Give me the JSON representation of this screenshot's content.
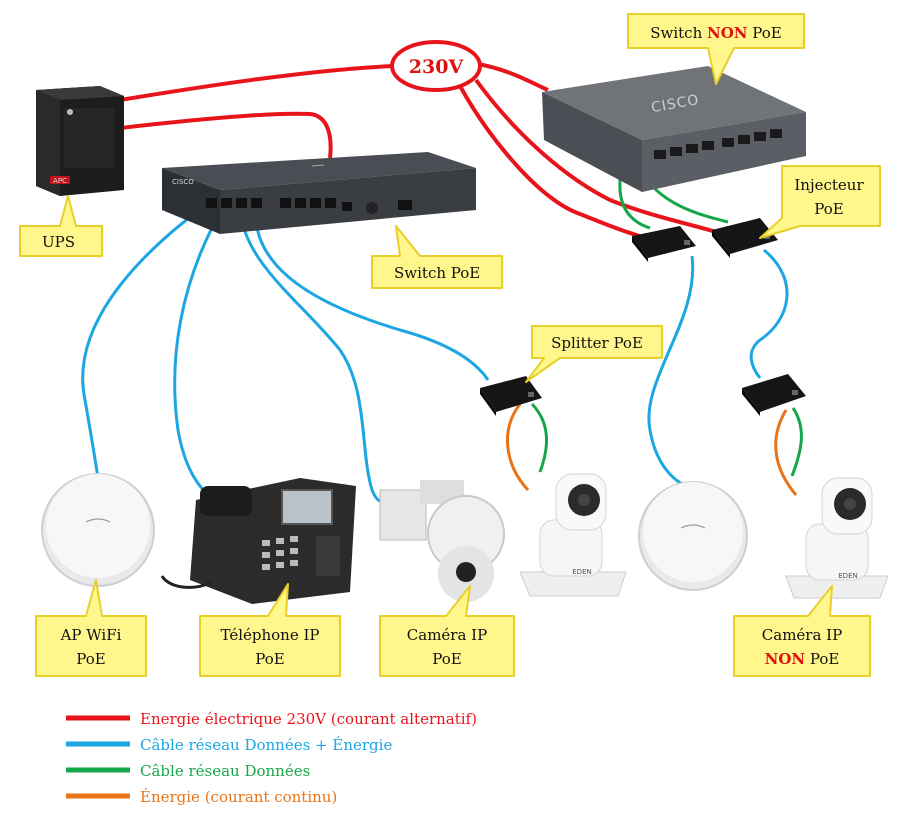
{
  "labels": {
    "ups": "UPS",
    "switch_poe": "Switch PoE",
    "switch_non_poe_prefix": "Switch ",
    "switch_non_poe_emph": "NON",
    "switch_non_poe_suffix": " PoE",
    "injecteur_l1": "Injecteur",
    "injecteur_l2": "PoE",
    "splitter": "Splitter PoE",
    "ap_l1": "AP WiFi",
    "ap_l2": "PoE",
    "phone_l1": "Téléphone IP",
    "phone_l2": "PoE",
    "cam_l1": "Caméra IP",
    "cam_l2": "PoE",
    "cam_non_l1": "Caméra IP",
    "cam_non_l2_emph": "NON",
    "cam_non_l2_suffix": " PoE"
  },
  "voltage": "230V",
  "device_text": {
    "cisco_small": "CISCO",
    "cisco_big": "CISCO",
    "ups_brand": "APC",
    "eden": "EDEN"
  },
  "legend": [
    {
      "text": "Energie électrique 230V (courant alternatif)",
      "color": "#e8141c"
    },
    {
      "text": "Câble réseau Données + Énergie",
      "color": "#1ca6e4"
    },
    {
      "text": "Câble réseau Données",
      "color": "#16a64a"
    },
    {
      "text": "Énergie (courant continu)",
      "color": "#e87417"
    }
  ],
  "colors": {
    "power": "#e8141c",
    "poe": "#1ca6e4",
    "data": "#16a64a",
    "dc": "#e87417",
    "callout_fill": "#fff68c",
    "callout_stroke": "#e9cf2a"
  }
}
